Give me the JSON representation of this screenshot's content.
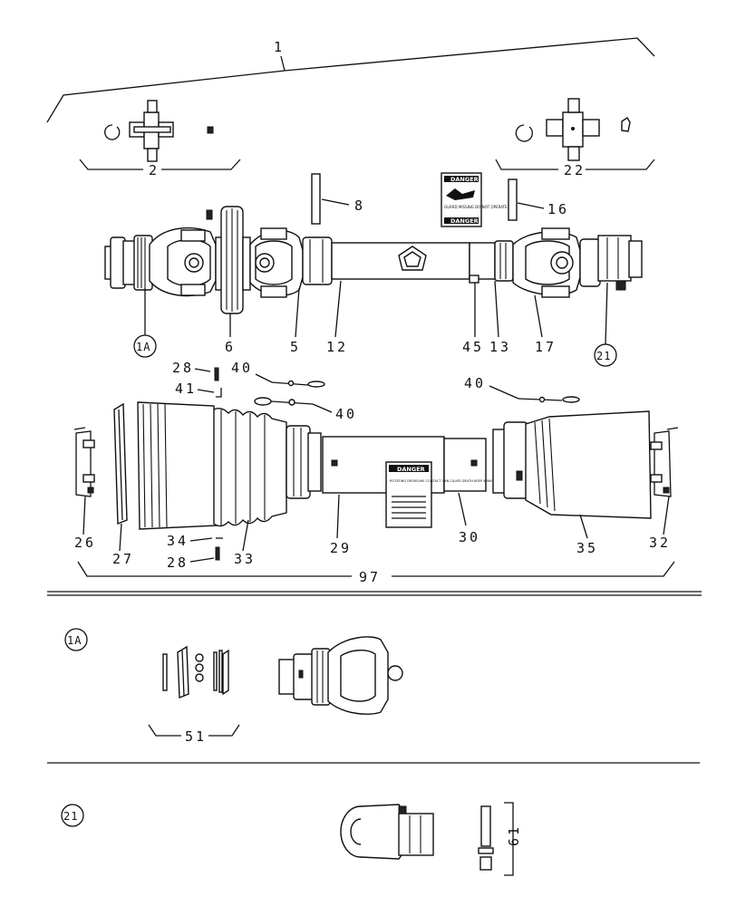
{
  "callouts": {
    "c1": "1",
    "c2": "2",
    "c22": "22",
    "c8": "8",
    "c16": "16",
    "c1A": "1A",
    "c6": "6",
    "c5": "5",
    "c12": "12",
    "c45": "45",
    "c13": "13",
    "c17": "17",
    "c21": "21",
    "c28a": "28",
    "c40a": "40",
    "c41": "41",
    "c40b": "40",
    "c40c": "40",
    "c26": "26",
    "c27": "27",
    "c34": "34",
    "c28b": "28",
    "c33": "33",
    "c29": "29",
    "c30": "30",
    "c35": "35",
    "c32": "32",
    "c97": "97",
    "d1A": "1A",
    "c51": "51",
    "d21": "21",
    "c61": "61"
  },
  "decals": {
    "upper_head": "DANGER",
    "upper_mid": "GUARD MISSING DO NOT OPERATE",
    "upper_foot": "DANGER",
    "lower_head": "DANGER",
    "lower_body": "ROTATING DRIVELINE CONTACT CAN CAUSE DEATH KEEP AWAY!"
  }
}
